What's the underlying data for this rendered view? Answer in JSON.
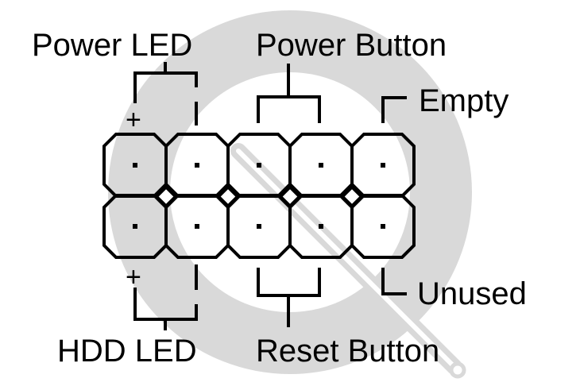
{
  "labels": {
    "power_led": "Power LED",
    "power_button": "Power Button",
    "empty": "Empty",
    "unused": "Unused",
    "hdd_led": "HDD LED",
    "reset_button": "Reset Button",
    "plus_top": "+",
    "minus_top": "-",
    "plus_bottom": "+",
    "minus_bottom": "-"
  },
  "colors": {
    "line": "#000000",
    "watermark": "#d9d9d9",
    "background": "#ffffff"
  },
  "watermark_icon": "q-logo-watermark"
}
